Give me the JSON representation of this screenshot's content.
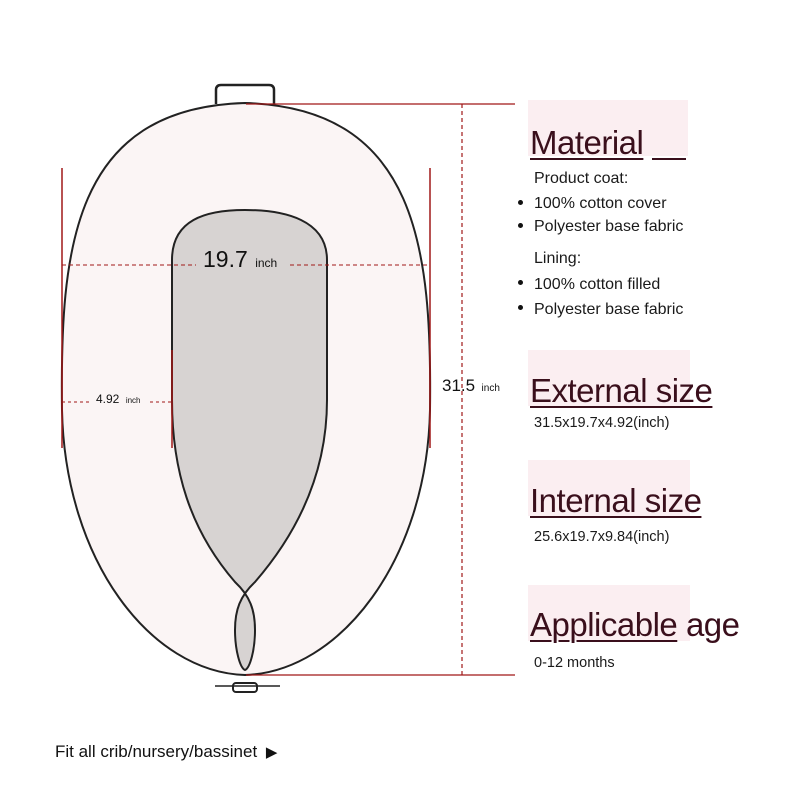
{
  "diagram": {
    "inner_width": {
      "value": "19.7",
      "unit": "inch"
    },
    "side_thickness": {
      "value": "4.92",
      "unit": "inch"
    },
    "total_length": {
      "value": "31.5",
      "unit": "inch"
    },
    "colors": {
      "outer": "#fbf5f5",
      "inner": "#d7d3d2",
      "outline": "#222222",
      "dim_line": "#a01818"
    }
  },
  "sections": {
    "material": {
      "heading": "Material",
      "product_coat_label": "Product coat:",
      "product_coat_items": [
        "100% cotton cover",
        "Polyester base fabric"
      ],
      "lining_label": "Lining:",
      "lining_items": [
        "100% cotton filled",
        "Polyester base fabric"
      ]
    },
    "external": {
      "heading": "External size",
      "value": "31.5x19.7x4.92(inch)"
    },
    "internal": {
      "heading": "Internal size",
      "value": "25.6x19.7x9.84(inch)"
    },
    "age": {
      "heading_part1": "Applicable",
      "heading_part2": " age",
      "value": "0-12 months"
    }
  },
  "footer": {
    "text": "Fit all crib/nursery/bassinet",
    "arrow": "▶"
  }
}
